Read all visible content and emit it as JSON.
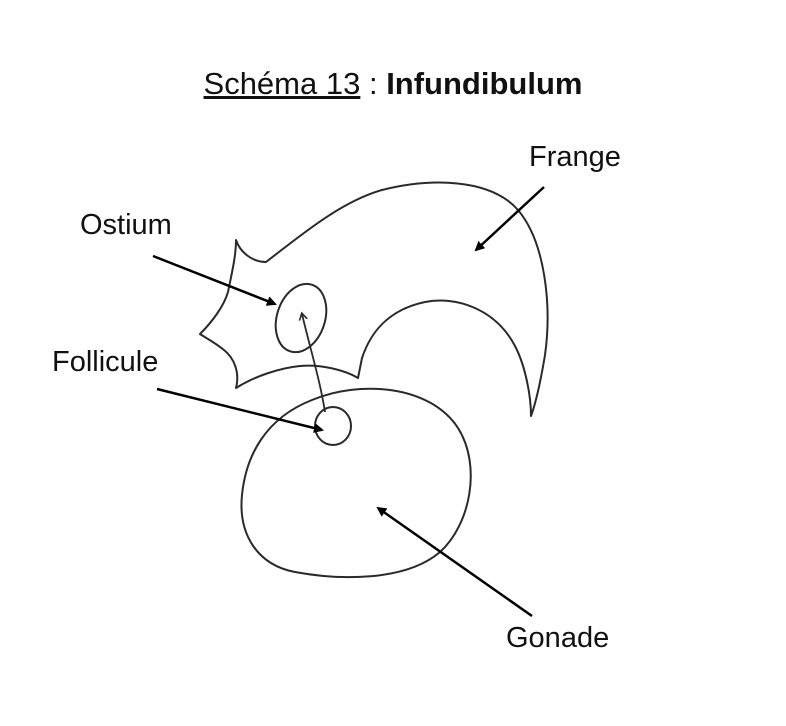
{
  "title": {
    "prefix": "Schéma 13",
    "separator": " : ",
    "name": "Infundibulum"
  },
  "labels": {
    "frange": "Frange",
    "ostium": "Ostium",
    "follicule": "Follicule",
    "gonade": "Gonade"
  },
  "colors": {
    "stroke": "#2a2a2a",
    "arrow": "#000000",
    "text": "#111111"
  }
}
